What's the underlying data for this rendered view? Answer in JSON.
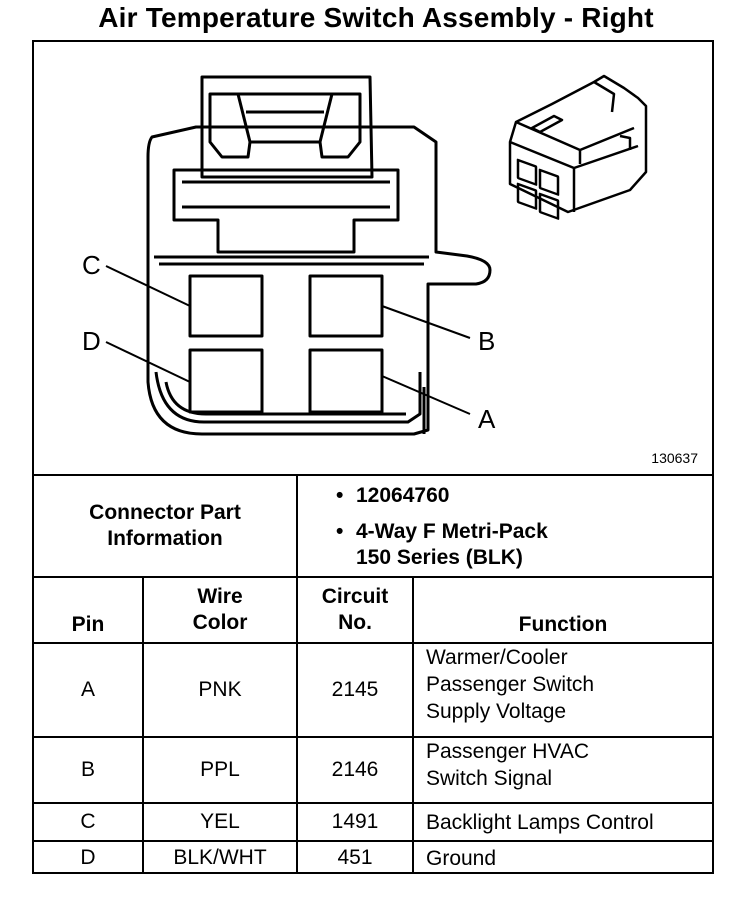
{
  "title": "Air Temperature Switch Assembly - Right",
  "figure_id": "130637",
  "pin_labels": {
    "c": "C",
    "d": "D",
    "b": "B",
    "a": "A"
  },
  "connector_info": {
    "label_line1": "Connector Part",
    "label_line2": "Information",
    "bullets": [
      {
        "text": "12064760"
      },
      {
        "text": "4-Way F Metri-Pack",
        "text2": "150 Series (BLK)"
      }
    ]
  },
  "table": {
    "headers": {
      "pin": "Pin",
      "wire1": "Wire",
      "wire2": "Color",
      "circuit1": "Circuit",
      "circuit2": "No.",
      "function": "Function"
    },
    "rows": [
      {
        "pin": "A",
        "wire": "PNK",
        "circuit": "2145",
        "f1": "Warmer/Cooler",
        "f2": "Passenger Switch",
        "f3": "Supply Voltage"
      },
      {
        "pin": "B",
        "wire": "PPL",
        "circuit": "2146",
        "f1": "Passenger HVAC",
        "f2": "Switch Signal"
      },
      {
        "pin": "C",
        "wire": "YEL",
        "circuit": "1491",
        "f1": "Backlight Lamps Control"
      },
      {
        "pin": "D",
        "wire": "BLK/WHT",
        "circuit": "451",
        "f1": "Ground"
      }
    ]
  }
}
